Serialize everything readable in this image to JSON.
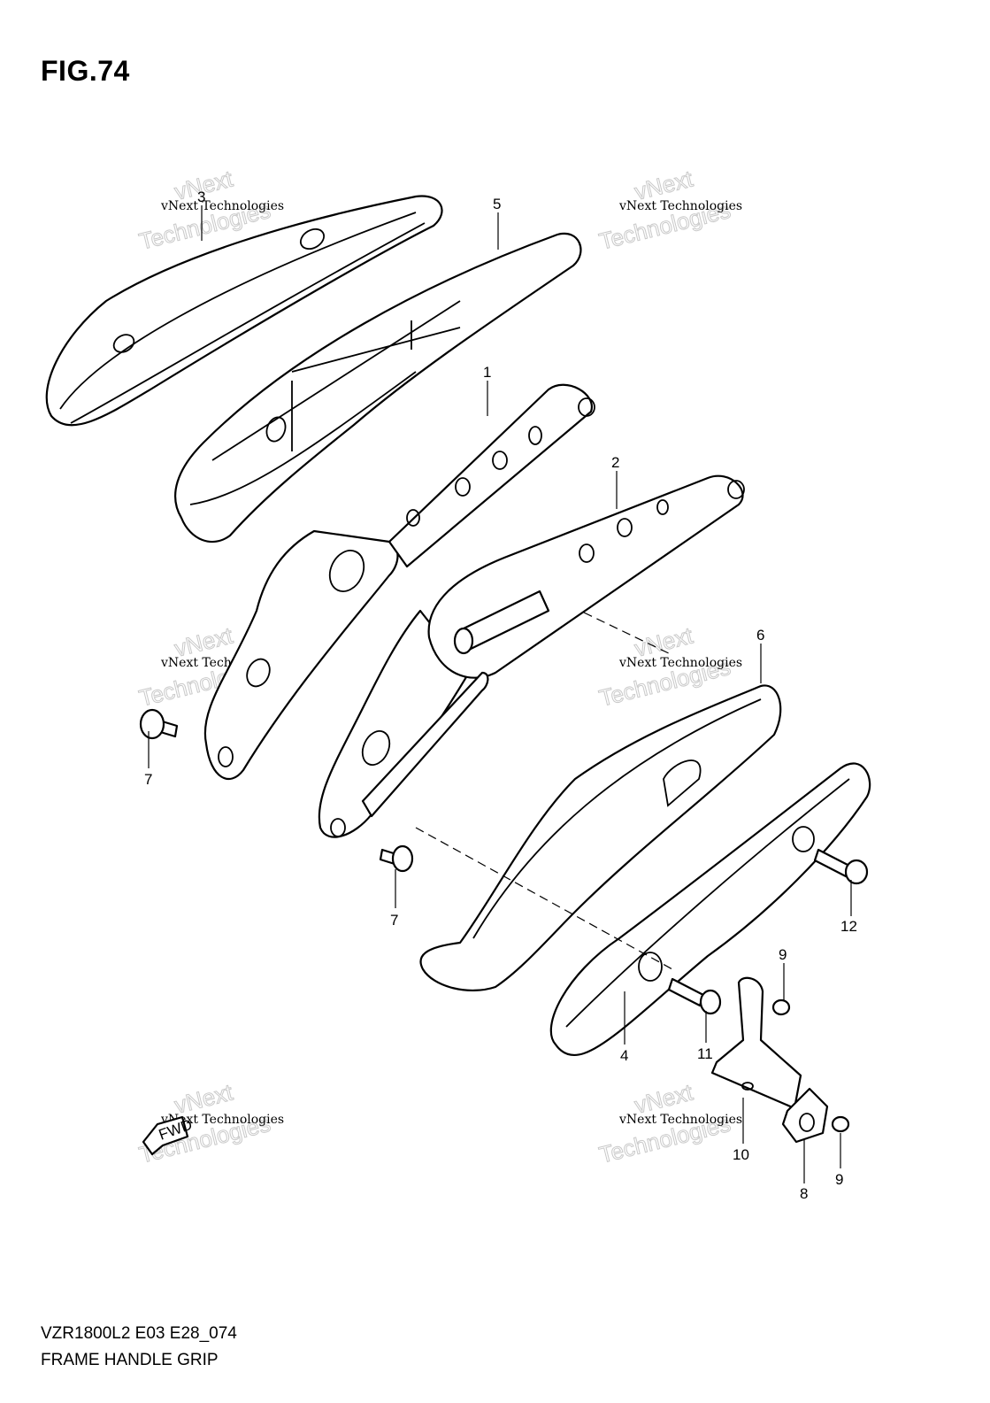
{
  "figure": {
    "title": "FIG.74",
    "model_code": "VZR1800L2 E03 E28_074",
    "name": "FRAME HANDLE GRIP"
  },
  "callouts": [
    "3",
    "5",
    "1",
    "2",
    "6",
    "7",
    "7",
    "12",
    "9",
    "11",
    "4",
    "10",
    "8",
    "9"
  ],
  "watermark": {
    "line1": "vNext",
    "line2": "Technologies",
    "small": "vNext Technologies"
  },
  "direction_badge": "FWD"
}
